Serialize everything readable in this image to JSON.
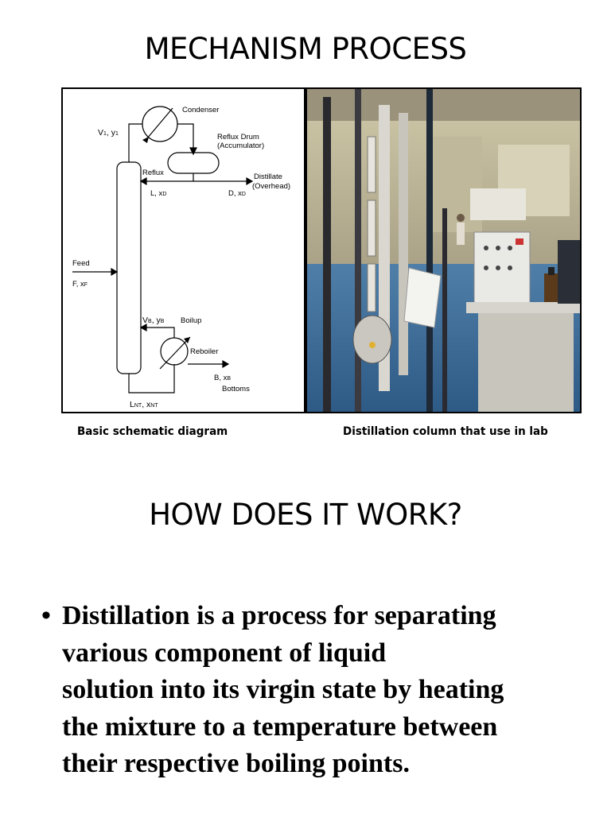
{
  "slide": {
    "title": "MECHANISM PROCESS",
    "section_title": "HOW DOES IT WORK?",
    "captions": {
      "schematic": "Basic schematic diagram",
      "photo": "Distillation column that use in lab"
    },
    "bullet_text": "Distillation is a process for separating\nvarious component of  liquid\nsolution into its virgin state by heating\nthe mixture to a temperature between\ntheir respective boiling points."
  },
  "diagram": {
    "condenser": "Condenser",
    "reflux_drum_1": "Reflux Drum",
    "reflux_drum_2": "(Accumulator)",
    "v1_y1_a": "V",
    "v1_y1_b": "1",
    "v1_y1_c": ", y",
    "v1_y1_d": "1",
    "reflux": "Reflux",
    "distillate_1": "Distillate",
    "distillate_2": "(Overhead)",
    "l_xd_a": "L, x",
    "l_xd_b": "D",
    "d_xd_a": "D, x",
    "d_xd_b": "D",
    "feed": "Feed",
    "f_xf_a": "F, x",
    "f_xf_b": "F",
    "vb_yb_a": "V",
    "vb_yb_b": "B",
    "vb_yb_c": ", y",
    "vb_yb_d": "B",
    "boilup": "Boilup",
    "reboiler": "Reboiler",
    "b_xb_a": "B, x",
    "b_xb_b": "B",
    "bottoms": "Bottoms",
    "lnt_xnt_a": "L",
    "lnt_xnt_b": "NT",
    "lnt_xnt_c": ", x",
    "lnt_xnt_d": "NT"
  }
}
